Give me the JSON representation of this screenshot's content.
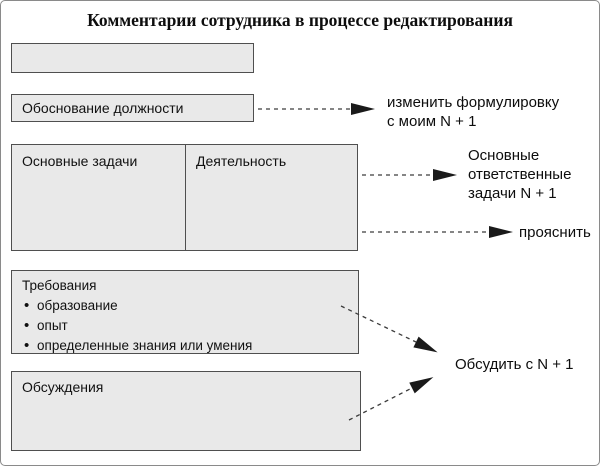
{
  "title": "Комментарии сотрудника в процессе редактирования",
  "boxes": {
    "empty": {
      "label": ""
    },
    "justification": {
      "label": "Обоснование должности"
    },
    "table": {
      "col1": "Основные задачи",
      "col2": "Деятельность"
    },
    "requirements": {
      "title": "Требования",
      "bullets": [
        "образование",
        "опыт",
        "определенные знания или умения"
      ]
    },
    "discussions": {
      "label": "Обсуждения"
    }
  },
  "annotations": {
    "change_wording": "изменить формулировку\nс моим N + 1",
    "responsible_tasks": "Основные\nответственные\nзадачи N + 1",
    "clarify": "прояснить",
    "discuss": "Обсудить с N + 1"
  },
  "colors": {
    "box_fill": "#e9e9e9",
    "box_border": "#4f4f4f",
    "arrow": "#1a1a1a",
    "dash": "#3c3c3c",
    "frame": "#8a8a8a",
    "text": "#111111"
  }
}
